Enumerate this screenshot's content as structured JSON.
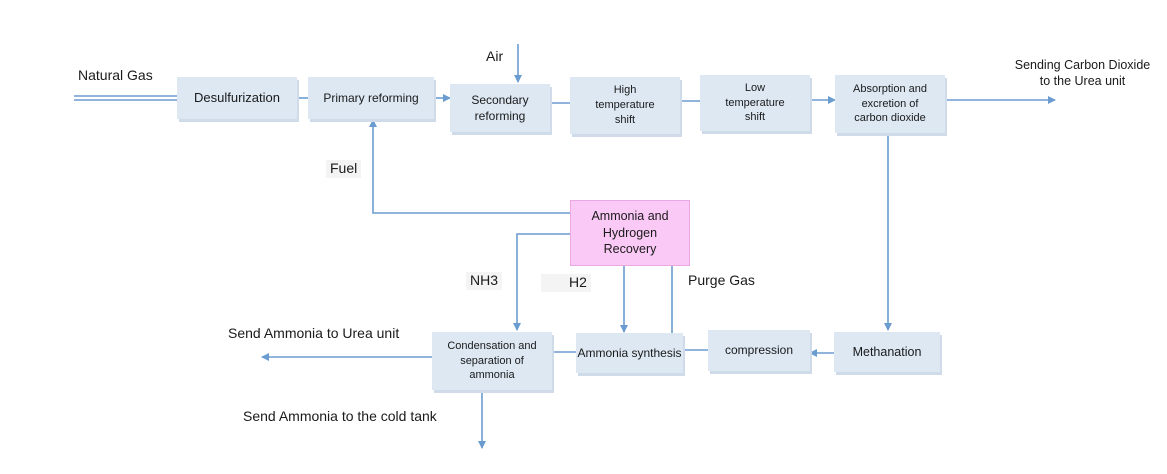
{
  "boxes": {
    "desulfurization": "Desulfurization",
    "primary_reforming": "Primary reforming",
    "secondary_reforming": "Secondary\nreforming",
    "high_temperature_shift": "High\ntemperature\nshift",
    "low_temperature_shift": "Low\ntemperature\nshift",
    "absorption": "Absorption and\nexcretion of\ncarbon dioxide",
    "ammonia_hydrogen_recovery": "Ammonia and\nHydrogen\nRecovery",
    "condensation": "Condensation and\nseparation of\nammonia",
    "ammonia_synthesis": "Ammonia synthesis",
    "compression": "compression",
    "methanation": "Methanation"
  },
  "labels": {
    "natural_gas": "Natural Gas",
    "air": "Air",
    "co2_to_urea": "Sending Carbon Dioxide\nto the Urea unit",
    "fuel": "Fuel",
    "nh3": "NH3",
    "h2": "H2",
    "purge_gas": "Purge Gas",
    "ammonia_to_urea": "Send Ammonia to Urea unit",
    "ammonia_to_cold_tank": "Send Ammonia to the cold tank"
  },
  "colors": {
    "box_fill": "#dde8f3",
    "recovery_fill": "#fbc9f6",
    "line": "#6b9ccf"
  }
}
